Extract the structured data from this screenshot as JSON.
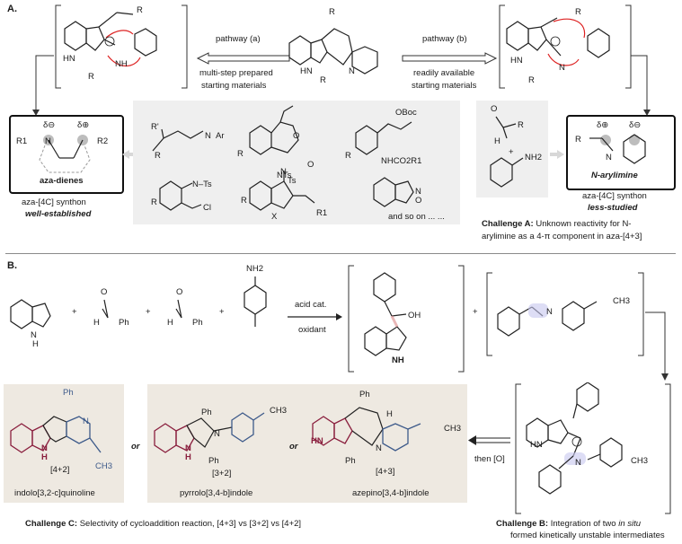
{
  "section_a_label": "A.",
  "section_b_label": "B.",
  "pathway_a": {
    "title": "pathway (a)",
    "line1": "multi-step prepared",
    "line2": "starting materials"
  },
  "pathway_b": {
    "title": "pathway (b)",
    "line1": "readily available",
    "line2": "starting materials"
  },
  "aza_dienes": {
    "label": "aza-dienes",
    "synthon": "aza-[4C] synthon",
    "status": "well-established"
  },
  "n_arylimine": {
    "label": "N-arylimine",
    "synthon": "aza-[4C] synthon",
    "status": "less-studied"
  },
  "precursor_labels": {
    "and_so_on": "and so on ... ..."
  },
  "challenge_a": {
    "title": "Challenge A:",
    "text1": "Unknown reactivity for N-",
    "text2": "arylimine as a 4-π component in aza-[4+3]"
  },
  "reaction_b": {
    "cond1": "acid cat.",
    "cond2": "oxidant",
    "then": "then [O]"
  },
  "products": [
    {
      "mode": "[4+2]",
      "name": "indolo[3,2-c]quinoline"
    },
    {
      "mode": "[3+2]",
      "name": "pyrrolo[3,4-b]indole"
    },
    {
      "mode": "[4+3]",
      "name": "azepino[3,4-b]indole"
    }
  ],
  "or_word": "or",
  "challenge_b": {
    "title": "Challenge B:",
    "text1": "Integration of two",
    "insitu": "in situ",
    "text2": "formed kinetically unstable intermediates"
  },
  "challenge_c": {
    "title": "Challenge C:",
    "text": "Selectivity of cycloaddition reaction, [4+3] vs [3+2] vs [4+2]"
  },
  "atoms": {
    "R": "R",
    "R1": "R1",
    "R2": "R2",
    "Rp": "R'",
    "HN": "HN",
    "NH": "NH",
    "N": "N",
    "H": "H",
    "Ph": "Ph",
    "CH3": "CH3",
    "OH": "OH",
    "O": "O",
    "Ts": "Ts",
    "NTs": "NTs",
    "NHTs": "N–Ts",
    "Cl": "Cl",
    "X": "X",
    "Ar": "Ar",
    "OBoc": "OBoc",
    "NHCO2R1": "NHCO2R1",
    "NH2": "NH2",
    "delta_minus": "δ⊖",
    "delta_plus": "δ⊕",
    "plus": "+"
  }
}
